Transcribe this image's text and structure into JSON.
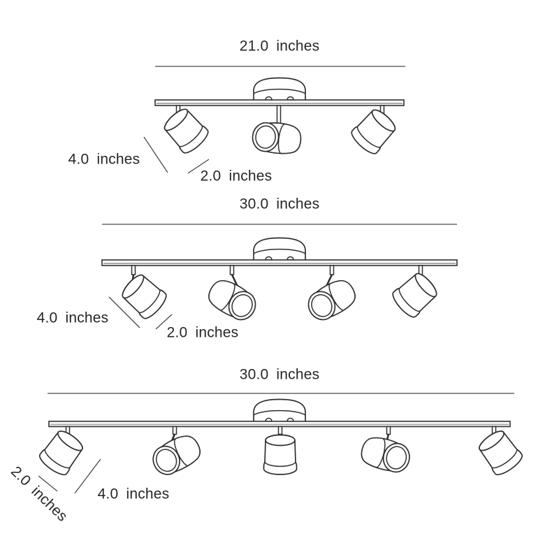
{
  "diagram": {
    "kind": "product-dimension-diagram",
    "subject": "Adjustable track lighting bars with cylindrical spot heads",
    "unit": "inches",
    "colors": {
      "background": "#ffffff",
      "line": "#2f2f2f",
      "dimension_line": "#4a4a4a",
      "text": "#262626"
    },
    "fixtures": [
      {
        "name": "3-light track bar",
        "heads": 3,
        "track_length": {
          "value": 21.0,
          "label": "21.0 inches"
        },
        "head_length": {
          "value": 4.0,
          "label": "4.0 inches"
        },
        "head_diameter": {
          "value": 2.0,
          "label": "2.0 inches"
        }
      },
      {
        "name": "4-light track bar",
        "heads": 4,
        "track_length": {
          "value": 30.0,
          "label": "30.0 inches"
        },
        "head_length": {
          "value": 4.0,
          "label": "4.0 inches"
        },
        "head_diameter": {
          "value": 2.0,
          "label": "2.0 inches"
        }
      },
      {
        "name": "5-light track bar",
        "heads": 5,
        "track_length": {
          "value": 30.0,
          "label": "30.0 inches"
        },
        "head_length": {
          "value": 4.0,
          "label": "4.0 inches"
        },
        "head_diameter": {
          "value": 2.0,
          "label": "2.0 inches"
        }
      }
    ]
  }
}
